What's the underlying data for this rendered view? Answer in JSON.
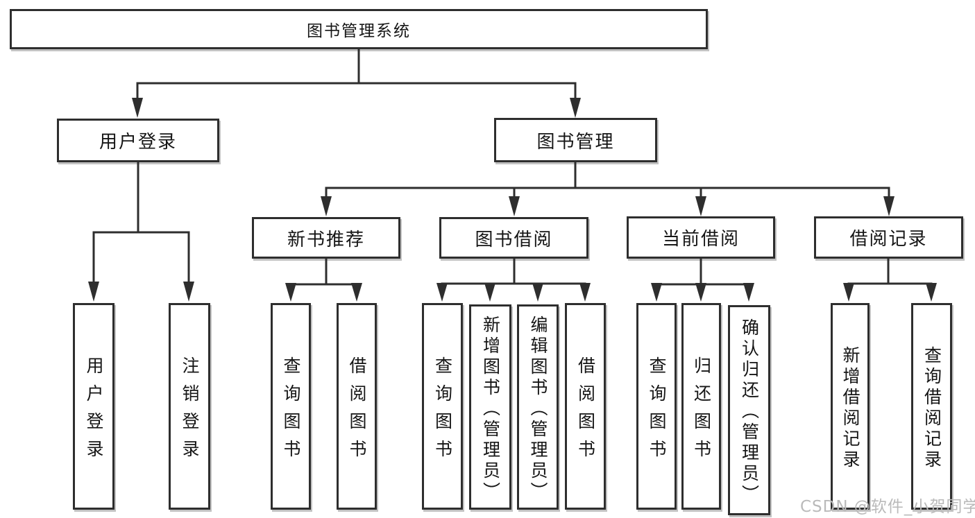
{
  "diagram": {
    "root": {
      "label": "图书管理系统"
    },
    "level1": [
      {
        "label": "用户登录"
      },
      {
        "label": "图书管理"
      }
    ],
    "level2": [
      {
        "label": "新书推荐"
      },
      {
        "label": "图书借阅"
      },
      {
        "label": "当前借阅"
      },
      {
        "label": "借阅记录"
      }
    ],
    "leaves": [
      {
        "label": "用户登录"
      },
      {
        "label": "注销登录"
      },
      {
        "label": "查询图书"
      },
      {
        "label": "借阅图书"
      },
      {
        "label": "查询图书"
      },
      {
        "label": "新增图书（管理员）"
      },
      {
        "label": "编辑图书（管理员）"
      },
      {
        "label": "借阅图书"
      },
      {
        "label": "查询图书"
      },
      {
        "label": "归还图书"
      },
      {
        "label": "确认归还（管理员）"
      },
      {
        "label": "新增借阅记录"
      },
      {
        "label": "查询借阅记录"
      }
    ],
    "watermark": "CSDN @软件_小贺同学"
  },
  "colors": {
    "line": "#2e2e2e",
    "text": "#151515",
    "watermark": "#bababa",
    "background": "#ffffff"
  }
}
